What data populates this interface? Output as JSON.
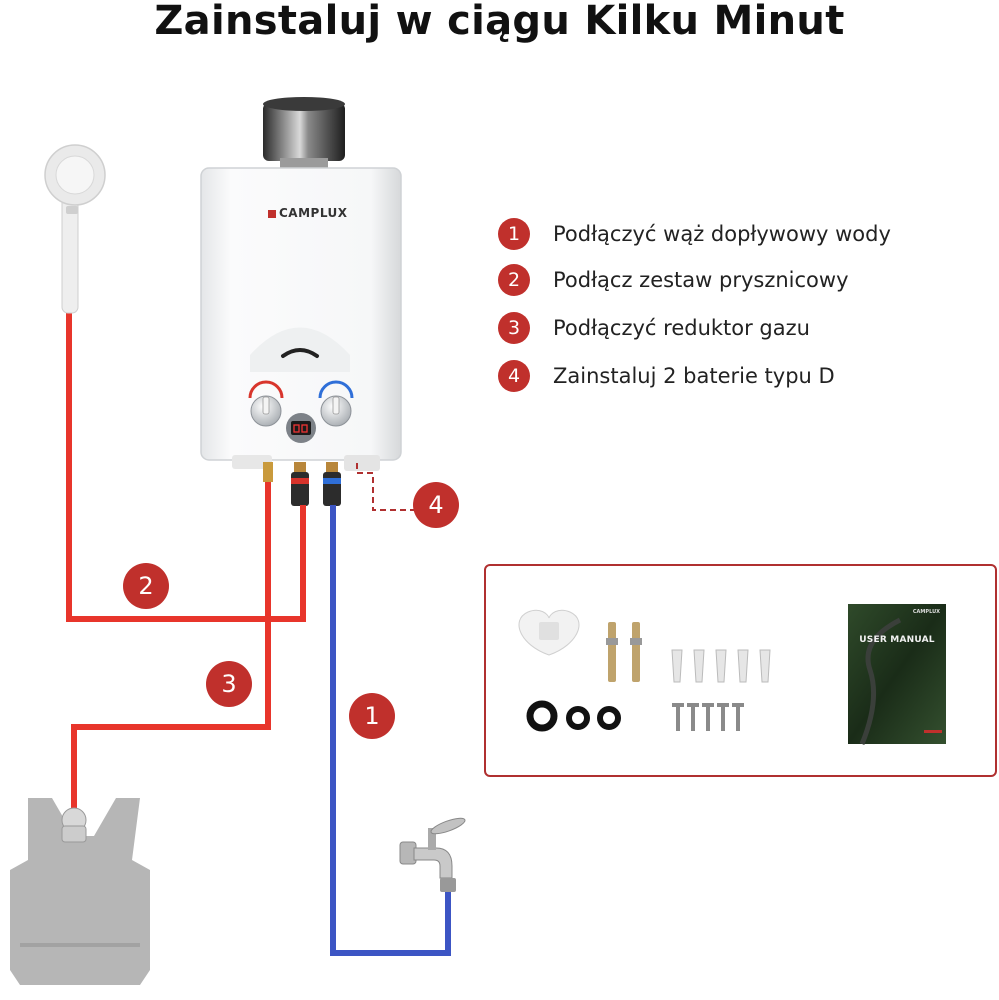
{
  "title": "Zainstaluj w ciągu Kilku Minut",
  "brand": "CAMPLUX",
  "steps": [
    {
      "num": "1",
      "text": "Podłączyć wąż dopływowy wody"
    },
    {
      "num": "2",
      "text": "Podłącz zestaw prysznicowy"
    },
    {
      "num": "3",
      "text": "Podłączyć reduktor gazu"
    },
    {
      "num": "4",
      "text": "Zainstaluj 2 baterie typu D"
    }
  ],
  "diagram_labels": {
    "water": "1",
    "shower": "2",
    "gas": "3",
    "battery": "4"
  },
  "manual": {
    "brand": "CAMPLUX",
    "title": "USER MANUAL"
  },
  "colors": {
    "accent": "#c0302c",
    "hot_pipe": "#e8352b",
    "cold_pipe": "#3c55c4",
    "box_border": "#b03030"
  }
}
